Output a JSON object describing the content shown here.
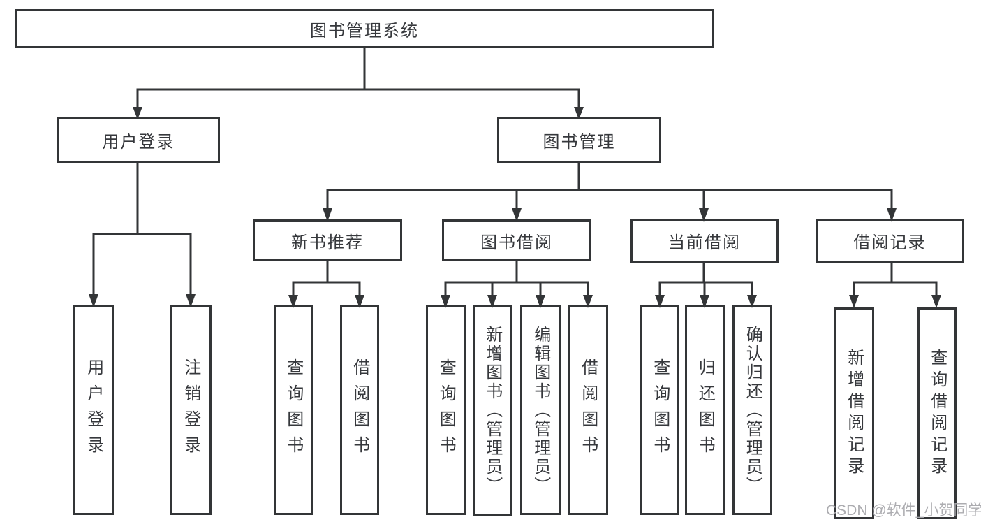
{
  "watermark": "CSDN @软件_小贺同学",
  "colors": {
    "line": "#333537",
    "text": "#36383c",
    "background": "#ffffff",
    "watermark": "#a8a8ac"
  },
  "tree": {
    "root": {
      "label": "图书管理系统"
    },
    "children": [
      {
        "label": "用户登录",
        "children": [
          {
            "label": "用户登录"
          },
          {
            "label": "注销登录"
          }
        ]
      },
      {
        "label": "图书管理",
        "children": [
          {
            "label": "新书推荐",
            "children": [
              {
                "label": "查询图书"
              },
              {
                "label": "借阅图书"
              }
            ]
          },
          {
            "label": "图书借阅",
            "children": [
              {
                "label": "查询图书"
              },
              {
                "label": "新增图书（管理员）"
              },
              {
                "label": "编辑图书（管理员）"
              },
              {
                "label": "借阅图书"
              }
            ]
          },
          {
            "label": "当前借阅",
            "children": [
              {
                "label": "查询图书"
              },
              {
                "label": "归还图书"
              },
              {
                "label": "确认归还（管理员）"
              }
            ]
          },
          {
            "label": "借阅记录",
            "children": [
              {
                "label": "新增借阅记录"
              },
              {
                "label": "查询借阅记录"
              }
            ]
          }
        ]
      }
    ]
  }
}
